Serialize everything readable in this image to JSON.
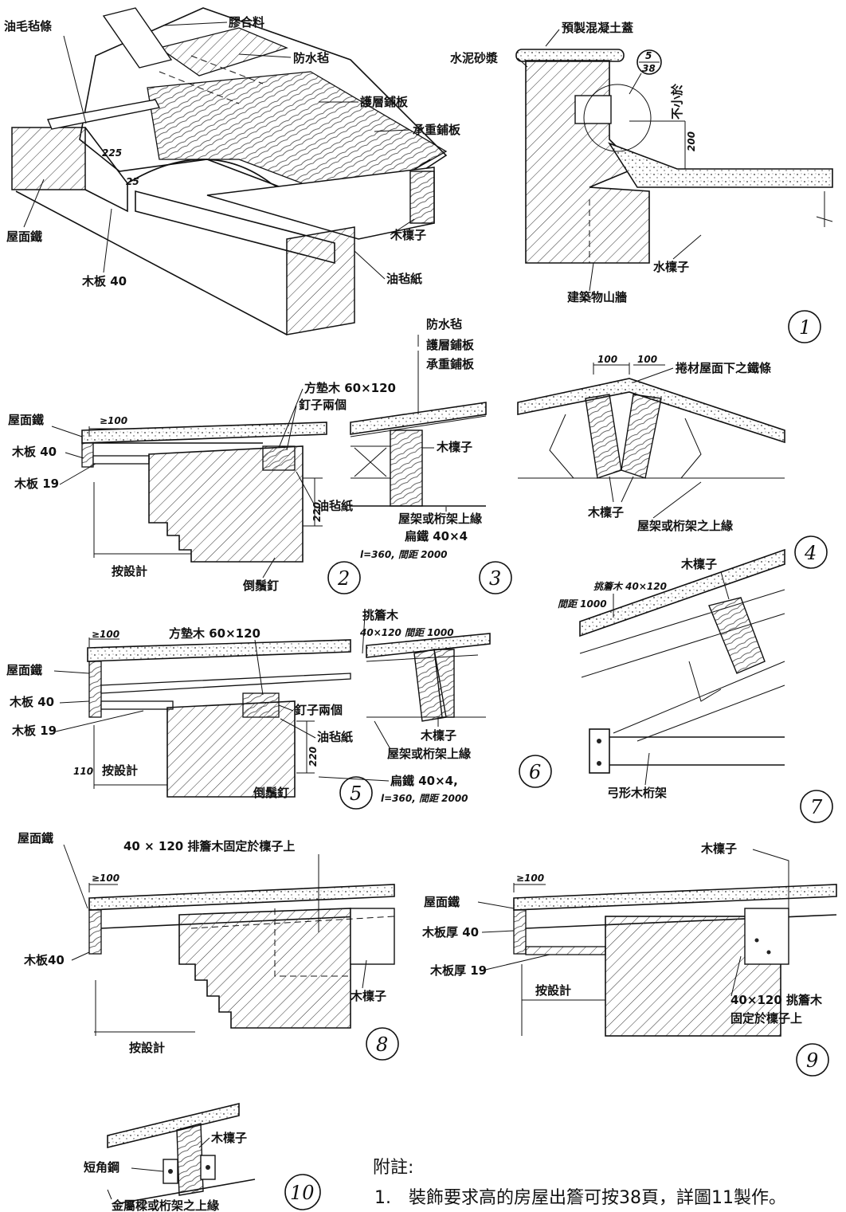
{
  "fig1": {
    "labels": [
      "油毛毡條",
      "膠合料",
      "防水毡",
      "護層鋪板",
      "承重鋪板",
      "屋面鐵",
      "木板 40",
      "木檁子",
      "油毡紙"
    ],
    "dims": [
      "225",
      "25"
    ],
    "section_labels": [
      "預製混凝土蓋",
      "水泥砂漿",
      "不小於",
      "200",
      "水檁子",
      "建築物山牆"
    ],
    "detail_ref": {
      "top": "5",
      "bottom": "38"
    },
    "number": "1"
  },
  "fig2": {
    "labels": [
      "屋面鐵",
      "木板 40",
      "木板 19",
      "方墊木 60×120",
      "釘子兩個",
      "油毡紙",
      "按設計",
      "倒鬚釘"
    ],
    "dims": [
      "≥100",
      "220"
    ],
    "number": "2"
  },
  "fig3": {
    "labels": [
      "防水毡",
      "護層鋪板",
      "承重鋪板",
      "木檁子",
      "屋架或桁架上緣",
      "扁鐵 40×4",
      "l=360, 間距 2000"
    ],
    "number": "3"
  },
  "fig4": {
    "labels": [
      "捲材屋面下之鐵條",
      "木檁子",
      "屋架或桁架之上緣"
    ],
    "dims": [
      "100",
      "100"
    ],
    "number": "4"
  },
  "fig5": {
    "labels": [
      "屋面鐵",
      "木板 40",
      "木板 19",
      "方墊木 60×120",
      "釘子兩個",
      "油毡紙",
      "按設計",
      "倒鬚釘",
      "扁鐵 40×4,",
      "l=360, 間距 2000"
    ],
    "dims": [
      "≥100",
      "220",
      "110"
    ],
    "number": "5"
  },
  "fig6": {
    "labels": [
      "挑簷木",
      "40×120 間距 1000",
      "木檁子",
      "屋架或桁架上緣"
    ],
    "number": "6"
  },
  "fig7": {
    "labels": [
      "木檁子",
      "挑簷木 40×120",
      "間距 1000",
      "弓形木桁架"
    ],
    "number": "7"
  },
  "fig8": {
    "labels": [
      "屋面鐵",
      "40 × 120 排簷木固定於檁子上",
      "木板40",
      "木檁子",
      "按設計"
    ],
    "dims": [
      "≥100"
    ],
    "number": "8"
  },
  "fig9": {
    "labels": [
      "木檁子",
      "屋面鐵",
      "木板厚 40",
      "木板厚 19",
      "按設計",
      "40×120 挑簷木",
      "固定於檁子上"
    ],
    "dims": [
      "≥100"
    ],
    "number": "9"
  },
  "fig10": {
    "labels": [
      "木檁子",
      "短角鋼",
      "金屬樑或桁架之上緣"
    ],
    "number": "10"
  },
  "note": {
    "heading": "附註:",
    "items": [
      "1.　裝飾要求高的房屋出簷可按38頁，詳圖11製作。"
    ]
  }
}
